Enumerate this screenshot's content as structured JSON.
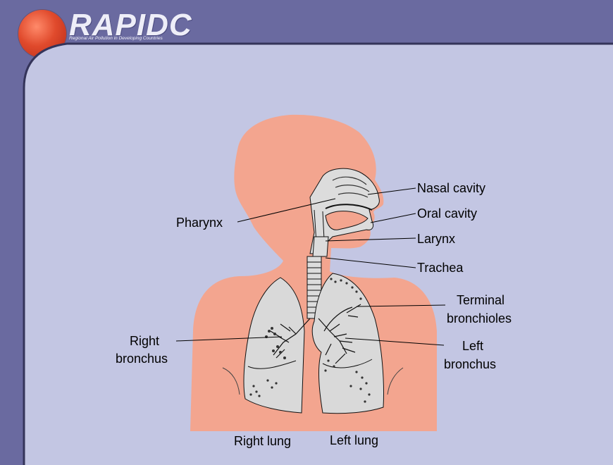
{
  "header": {
    "logo_text": "RAPIDC",
    "subtitle": "Regional Air Pollution in Developing Countries"
  },
  "colors": {
    "header_band": "#6a6aa0",
    "panel": "#c3c6e3",
    "skin": "#f3a58f",
    "lung_fill": "#d9d9d9",
    "line": "#000000"
  },
  "diagram": {
    "labels": {
      "nasal_cavity": "Nasal cavity",
      "oral_cavity": "Oral cavity",
      "pharynx": "Pharynx",
      "larynx": "Larynx",
      "trachea": "Trachea",
      "terminal_bronchioles_1": "Terminal",
      "terminal_bronchioles_2": "bronchioles",
      "right_bronchus_1": "Right",
      "right_bronchus_2": "bronchus",
      "left_bronchus_1": "Left",
      "left_bronchus_2": "bronchus",
      "right_lung": "Right lung",
      "left_lung": "Left lung"
    }
  }
}
